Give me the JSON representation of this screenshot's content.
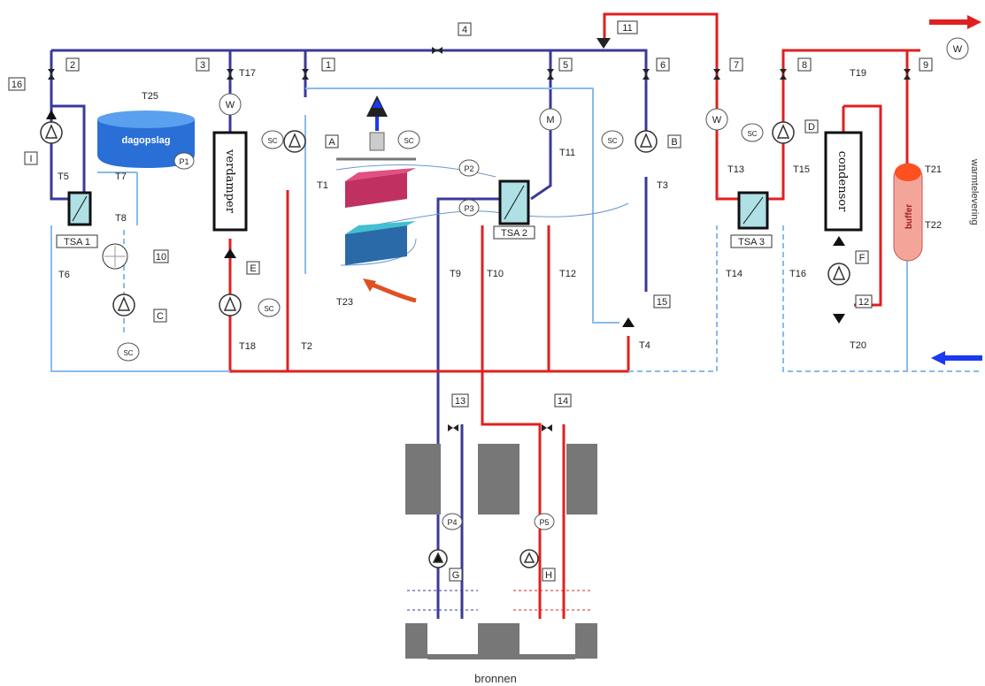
{
  "tags": {
    "valves": [
      "1",
      "2",
      "3",
      "4",
      "5",
      "6",
      "7",
      "8",
      "9",
      "10",
      "11",
      "12",
      "13",
      "14",
      "15",
      "16"
    ],
    "T1": "T1",
    "T2": "T2",
    "T3": "T3",
    "T4": "T4",
    "T5": "T5",
    "T6": "T6",
    "T7": "T7",
    "T8": "T8",
    "T9": "T9",
    "T10": "T10",
    "T11": "T11",
    "T12": "T12",
    "T13": "T13",
    "T14": "T14",
    "T15": "T15",
    "T16": "T16",
    "T17": "T17",
    "T18": "T18",
    "T19": "T19",
    "T20": "T20",
    "T21": "T21",
    "T22": "T22",
    "T23": "T23",
    "T25": "T25"
  },
  "pressure": {
    "P1": "P1",
    "P2": "P2",
    "P3": "P3",
    "P4": "P4",
    "P5": "P5"
  },
  "pumps": {
    "A": "A",
    "B": "B",
    "C": "C",
    "D": "D",
    "E": "E",
    "F": "F",
    "G": "G",
    "H": "H",
    "I": "I"
  },
  "controllers": {
    "sc": "SC",
    "m": "M",
    "w": "W"
  },
  "components": {
    "dagopslag": "dagopslag",
    "verdamper": "verdamper",
    "condensor": "condensor",
    "buffer": "buffer",
    "tsa1": "TSA 1",
    "tsa2": "TSA 2",
    "tsa3": "TSA 3",
    "warmtelevering": "warmtelevering",
    "bronnen": "bronnen"
  },
  "colors": {
    "cold": "#3a3a9a",
    "hot": "#e02020",
    "return": "#88bbee",
    "tank": "#2a6fd6",
    "buffer": "#f08070"
  }
}
